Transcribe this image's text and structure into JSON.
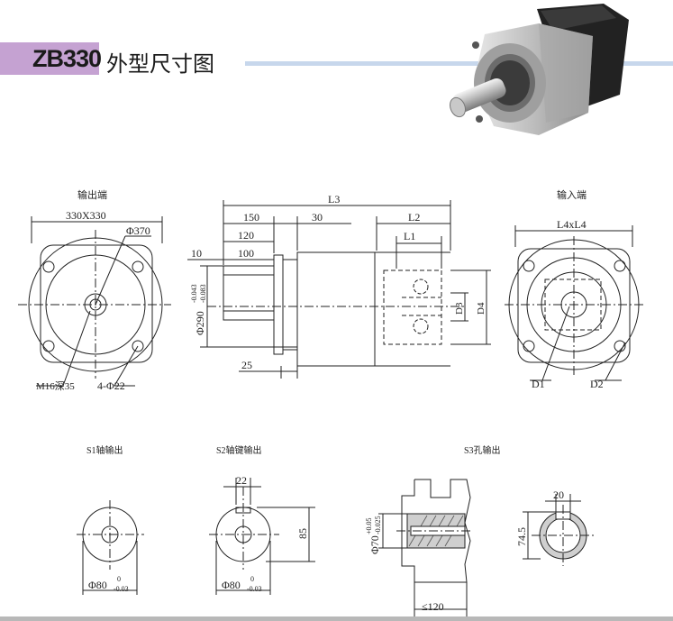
{
  "header": {
    "model": "ZB330",
    "title": "外型尺寸图"
  },
  "front_view": {
    "label": "输出端",
    "size": "330X330",
    "diameter": "Φ370",
    "thread": "M16深35",
    "holes": "4-Φ22"
  },
  "side_view": {
    "L3": "L3",
    "L2": "L2",
    "L1": "L1",
    "d150": "150",
    "d30": "30",
    "d120": "120",
    "d100": "100",
    "d10": "10",
    "d25": "25",
    "shaft_dia": "Φ290",
    "tol_upper": "-0.043",
    "tol_lower": "-0.083",
    "D3": "D3",
    "D4": "D4"
  },
  "input_view": {
    "label": "输入端",
    "size": "L4xL4",
    "D1": "D1",
    "D2": "D2"
  },
  "s1": {
    "label": "S1轴输出",
    "dia": "Φ80",
    "tol_upper": "0",
    "tol_lower": "-0.03"
  },
  "s2": {
    "label": "S2轴键输出",
    "key": "22",
    "height": "85",
    "dia": "Φ80",
    "tol_upper": "0",
    "tol_lower": "-0.03"
  },
  "s3": {
    "label": "S3孔输出",
    "dia": "Φ70",
    "tol_upper": "+0.05",
    "tol_lower": "-0.025",
    "depth": "≤120",
    "key": "20",
    "height": "74.5"
  }
}
